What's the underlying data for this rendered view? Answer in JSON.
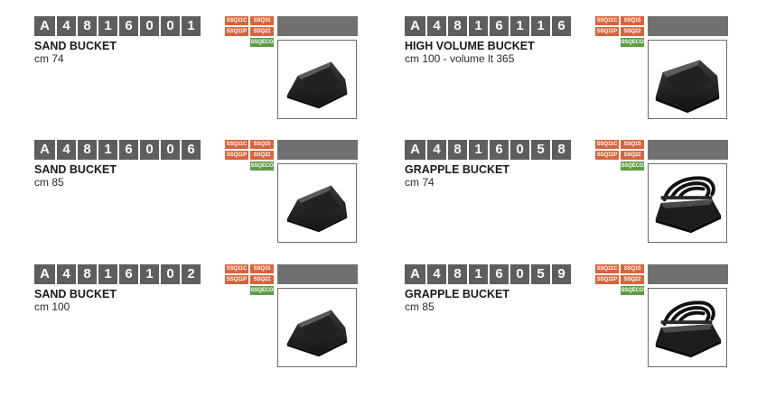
{
  "products": [
    {
      "code": [
        "A",
        "4",
        "8",
        "1",
        "6",
        "0",
        "0",
        "1"
      ],
      "badges": [
        "SSQ11C",
        "SSQ15",
        "SSQ11P",
        "SSQ22",
        "SSQECO"
      ],
      "name": "SAND BUCKET",
      "size": "cm 74",
      "image": "sand-bucket"
    },
    {
      "code": [
        "A",
        "4",
        "8",
        "1",
        "6",
        "1",
        "1",
        "6"
      ],
      "badges": [
        "SSQ11C",
        "SSQ15",
        "SSQ11P",
        "SSQ22",
        "SSQECO"
      ],
      "name": "HIGH VOLUME BUCKET",
      "size": "cm 100 - volume lt 365",
      "image": "high-volume-bucket"
    },
    {
      "code": [
        "A",
        "4",
        "8",
        "1",
        "6",
        "0",
        "0",
        "6"
      ],
      "badges": [
        "SSQ11C",
        "SSQ15",
        "SSQ11P",
        "SSQ22",
        "SSQECO"
      ],
      "name": "SAND BUCKET",
      "size": "cm 85",
      "image": "sand-bucket"
    },
    {
      "code": [
        "A",
        "4",
        "8",
        "1",
        "6",
        "0",
        "5",
        "8"
      ],
      "badges": [
        "SSQ11C",
        "SSQ15",
        "SSQ11P",
        "SSQ22",
        "SSQECO"
      ],
      "name": "GRAPPLE BUCKET",
      "size": "cm 74",
      "image": "grapple-bucket"
    },
    {
      "code": [
        "A",
        "4",
        "8",
        "1",
        "6",
        "1",
        "0",
        "2"
      ],
      "badges": [
        "SSQ11C",
        "SSQ15",
        "SSQ11P",
        "SSQ22",
        "SSQECO"
      ],
      "name": "SAND BUCKET",
      "size": "cm 100",
      "image": "sand-bucket"
    },
    {
      "code": [
        "A",
        "4",
        "8",
        "1",
        "6",
        "0",
        "5",
        "9"
      ],
      "badges": [
        "SSQ11C",
        "SSQ15",
        "SSQ11P",
        "SSQ22",
        "SSQECO"
      ],
      "name": "GRAPPLE BUCKET",
      "size": "cm 85",
      "image": "grapple-bucket"
    }
  ],
  "colors": {
    "code_box": "#5e5e5e",
    "badge_orange": "#d9643a",
    "badge_green": "#5d9c45",
    "header_bar": "#707070"
  }
}
